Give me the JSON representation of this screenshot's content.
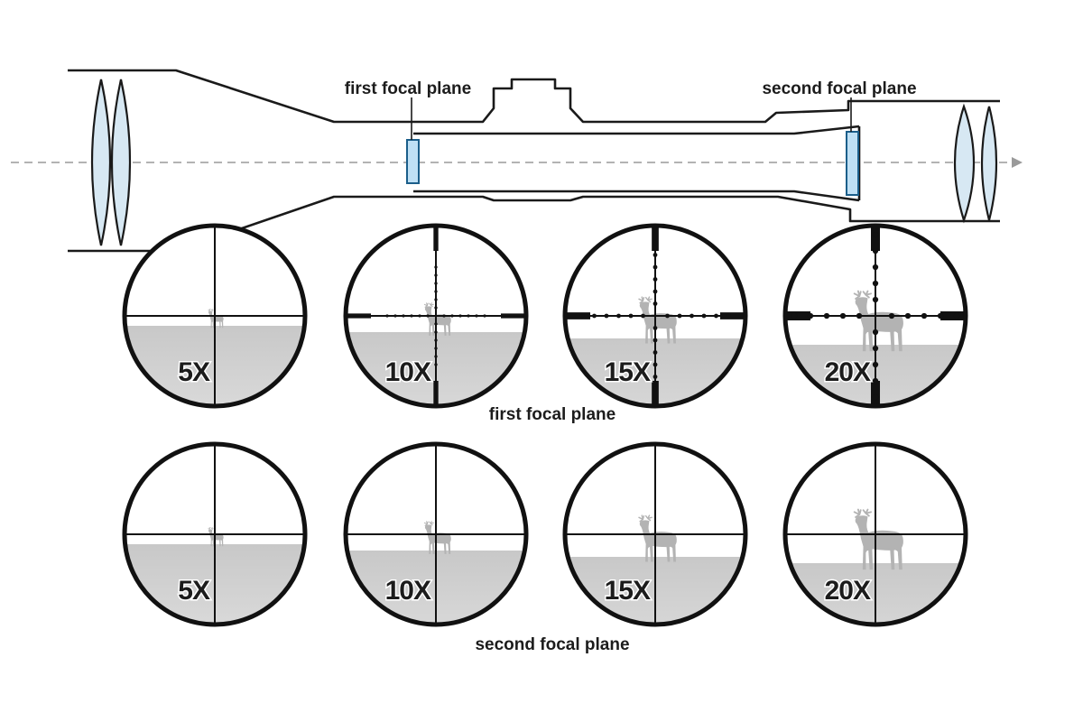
{
  "colors": {
    "outline": "#1a1a1a",
    "lens_fill": "#d7e8f3",
    "reticle_plane_fill": "#bfe0f5",
    "reticle_plane_stroke": "#1b5e8a",
    "ground": "#d0d0d0",
    "deer": "#b3b3b3",
    "axis": "#999999"
  },
  "icons": {
    "lens": "biconvex-lens",
    "deer": "deer-silhouette",
    "reticle": "crosshair-reticle"
  },
  "scope": {
    "first_plane_label": "first focal plane",
    "second_plane_label": "second focal plane"
  },
  "rows": [
    {
      "id": "ffp",
      "caption": "first focal plane",
      "scopes": [
        {
          "mag": "5X",
          "magnification": 5,
          "reticle_scales": true
        },
        {
          "mag": "10X",
          "magnification": 10,
          "reticle_scales": true
        },
        {
          "mag": "15X",
          "magnification": 15,
          "reticle_scales": true
        },
        {
          "mag": "20X",
          "magnification": 20,
          "reticle_scales": true
        }
      ]
    },
    {
      "id": "sfp",
      "caption": "second focal plane",
      "scopes": [
        {
          "mag": "5X",
          "magnification": 5,
          "reticle_scales": false
        },
        {
          "mag": "10X",
          "magnification": 10,
          "reticle_scales": false
        },
        {
          "mag": "15X",
          "magnification": 15,
          "reticle_scales": false
        },
        {
          "mag": "20X",
          "magnification": 20,
          "reticle_scales": false
        }
      ]
    }
  ]
}
